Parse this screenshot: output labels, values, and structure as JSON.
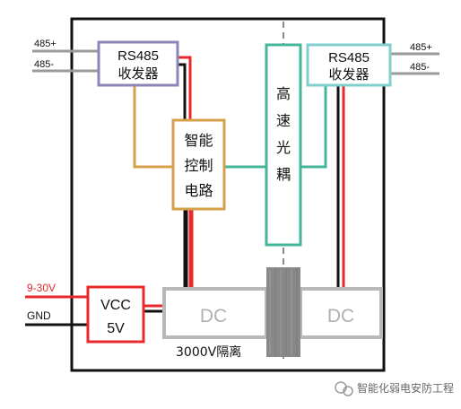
{
  "diagram": {
    "left_transceiver": {
      "line1": "RS485",
      "line2": "收发器"
    },
    "right_transceiver": {
      "line1": "RS485",
      "line2": "收发器"
    },
    "left_bus_labels": {
      "plus": "485+",
      "minus": "485-"
    },
    "right_bus_labels": {
      "plus": "485+",
      "minus": "485-"
    },
    "control_circuit": {
      "chars": [
        "智能",
        "控制",
        "电路"
      ]
    },
    "optocoupler": {
      "chars": [
        "高",
        "速",
        "光",
        "耦"
      ]
    },
    "vcc_box": {
      "line1": "VCC",
      "line2": "5V"
    },
    "power_labels": {
      "supply": "9-30V",
      "ground": "GND"
    },
    "dc_left": "DC",
    "dc_right": "DC",
    "isolation_label": "3000V隔离",
    "watermark": "智能化弱电安防工程",
    "colors": {
      "transceiver_left": "#8a86b8",
      "transceiver_right": "#7fcfcf",
      "control": "#d4a14a",
      "optocoupler": "#44b49a",
      "red_wire": "#e8282a",
      "black_wire": "#111111",
      "gray_bus": "#9a9a9a",
      "dc_box": "#b8b8b8",
      "isolation_bar": "#888888"
    }
  }
}
